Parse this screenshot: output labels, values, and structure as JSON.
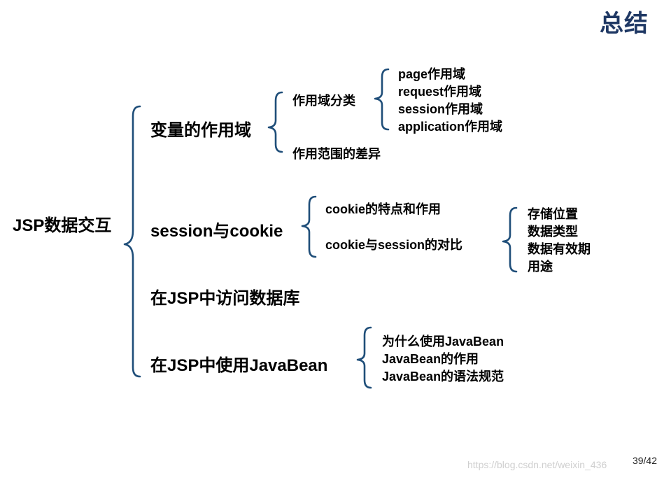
{
  "title": "总结",
  "root": "JSP数据交互",
  "branches": {
    "scope": {
      "label": "变量的作用域",
      "classification": {
        "label": "作用域分类",
        "items": [
          "page作用域",
          "request作用域",
          "session作用域",
          "application作用域"
        ]
      },
      "difference": "作用范围的差异"
    },
    "session_cookie": {
      "label": "session与cookie",
      "features": "cookie的特点和作用",
      "comparison": {
        "label": "cookie与session的对比",
        "items": [
          "存储位置",
          "数据类型",
          "数据有效期",
          "用途"
        ]
      }
    },
    "database": {
      "label": "在JSP中访问数据库"
    },
    "javabean": {
      "label": "在JSP中使用JavaBean",
      "items": [
        "为什么使用JavaBean",
        "JavaBean的作用",
        "JavaBean的语法规范"
      ]
    }
  },
  "page_number": "39/42",
  "watermark": "https://blog.csdn.net/weixin_436",
  "colors": {
    "title": "#1f3864",
    "brace": "#1f4e79"
  }
}
